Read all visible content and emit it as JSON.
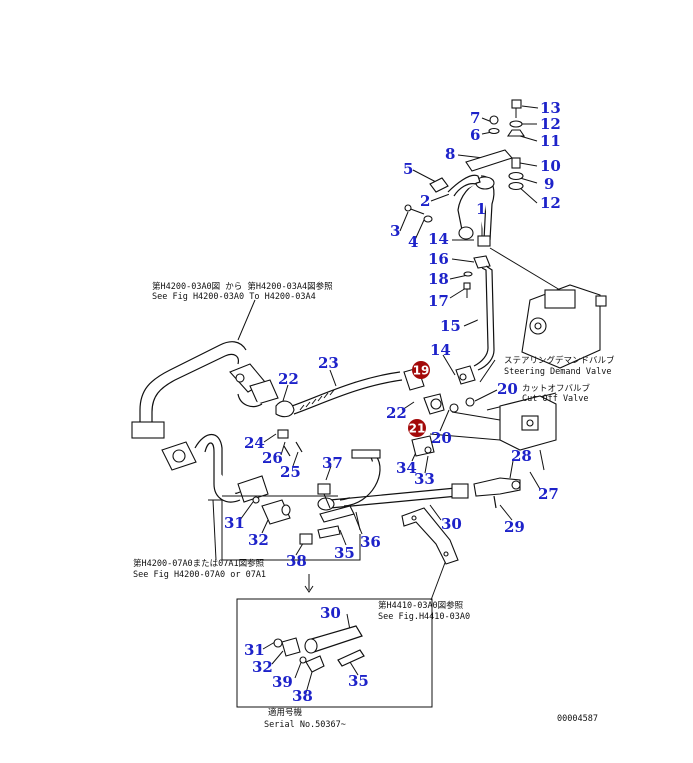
{
  "diagram": {
    "part_numbers": [
      "13",
      "7",
      "12",
      "6",
      "11",
      "8",
      "10",
      "5",
      "9",
      "2",
      "12",
      "1",
      "3",
      "4",
      "14",
      "16",
      "18",
      "17",
      "15",
      "14",
      "23",
      "22",
      "19",
      "20",
      "22",
      "21",
      "20",
      "24",
      "26",
      "25",
      "34",
      "33",
      "28",
      "27",
      "37",
      "31",
      "29",
      "30",
      "32",
      "36",
      "35",
      "38",
      "30",
      "31",
      "32",
      "39",
      "35",
      "38"
    ],
    "badges": [
      "19",
      "21"
    ],
    "notes": {
      "steering_jp": "ステアリングデマンドバルブ",
      "steering_en": "Steering Demand Valve",
      "cutoff_jp": "カットオフバルブ",
      "cutoff_en": "Cut Off Valve",
      "ref1_jp": "第H4200-03A0図 から 第H4200-03A4図参照",
      "ref1_en": "See Fig H4200-03A0 To H4200-03A4",
      "ref2_jp": "第H4200-07A0または07A1図参照",
      "ref2_en": "See Fig H4200-07A0 or 07A1",
      "ref3_jp": "第H4410-03A0図参照",
      "ref3_en": "See Fig.H4410-03A0",
      "serial_jp": "適用号機",
      "serial_en": "Serial No.50367~",
      "drawing_no": "00004587"
    }
  }
}
